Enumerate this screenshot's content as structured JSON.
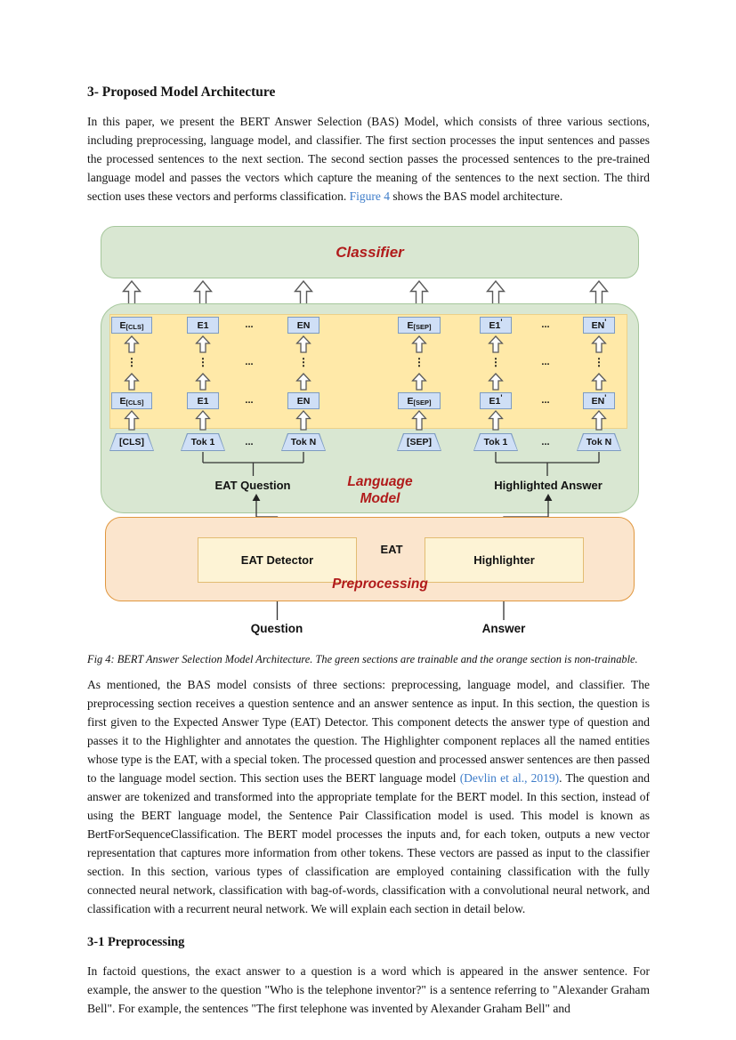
{
  "content": {
    "heading": "3- Proposed Model Architecture",
    "para1": {
      "before": "In this paper, we present the BERT Answer Selection (BAS) Model, which consists of three various sections, including preprocessing, language model, and classifier. The first section processes the input sentences and passes the processed sentences to the next section. The second section passes the processed sentences to the pre-trained language model and passes the vectors which capture the meaning of the sentences to the next section. The third section uses these vectors and performs classification. ",
      "link": "Figure 4",
      "after": " shows the BAS model architecture."
    },
    "caption": "Fig 4: BERT Answer Selection Model Architecture. The green sections are trainable and the orange section is non-trainable.",
    "para2": {
      "before": "As mentioned, the BAS model consists of three sections: preprocessing, language model, and classifier. The preprocessing section receives a question sentence and an answer sentence as input. In this section, the question is first given to the Expected Answer Type (EAT) Detector. This component detects the answer type of question and passes it to the Highlighter and annotates the question. The Highlighter component replaces all the named entities whose type is the EAT, with a special token. The processed question and processed answer sentences are then passed to the language model section. This section uses the BERT language model ",
      "link": "(Devlin et al., 2019)",
      "after": ". The question and answer are tokenized and transformed into the appropriate template for the BERT model. In this section, instead of using the BERT language model, the Sentence Pair Classification model is used. This model is known as BertForSequenceClassification. The BERT model processes the inputs and, for each token, outputs a new vector representation that captures more information from other tokens. These vectors are passed as input to the classifier section. In this section, various types of classification are employed containing classification with the fully connected neural network, classification with bag-of-words, classification with a convolutional neural network, and classification with a recurrent neural network. We will explain each section in detail below."
    },
    "heading2": "3-1 Preprocessing",
    "para3": "In factoid questions, the exact answer to a question is a word which is appeared in the answer sentence. For example, the answer to the question \"Who is the telephone inventor?\" is a sentence referring to \"Alexander Graham Bell\". For example, the sentences \"The first telephone was invented by Alexander Graham Bell\" and"
  },
  "diagram": {
    "classifier_label": "Classifier",
    "lm_label_line1": "Language",
    "lm_label_line2": "Model",
    "eat_question_label": "EAT Question",
    "highlighted_answer_label": "Highlighted Answer",
    "vdots": "⋮",
    "hdots": "...",
    "row_top": [
      {
        "base": "E",
        "sub": "[CLS]"
      },
      {
        "base": "E1"
      },
      {
        "dots": "..."
      },
      {
        "base": "EN"
      },
      {
        "base": "E",
        "sub": "[SEP]"
      },
      {
        "base": "E1",
        "sup": "'"
      },
      {
        "dots": "..."
      },
      {
        "base": "EN",
        "sup": "'"
      }
    ],
    "row_bottom": [
      {
        "base": "E",
        "sub": "[CLS]"
      },
      {
        "base": "E1"
      },
      {
        "dots": "..."
      },
      {
        "base": "EN"
      },
      {
        "base": "E",
        "sub": "[SEP]"
      },
      {
        "base": "E1",
        "sup": "'"
      },
      {
        "dots": "..."
      },
      {
        "base": "EN",
        "sup": "'"
      }
    ],
    "tokens": [
      {
        "label": "[CLS]"
      },
      {
        "label": "Tok 1"
      },
      {
        "dots": "..."
      },
      {
        "label": "Tok N"
      },
      {
        "label": "[SEP]"
      },
      {
        "label": "Tok 1"
      },
      {
        "dots": "..."
      },
      {
        "label": "Tok N"
      }
    ],
    "preprocessing": {
      "title": "Preprocessing",
      "detector": "EAT Detector",
      "highlighter": "Highlighter",
      "eat_label": "EAT",
      "question": "Question",
      "answer": "Answer"
    }
  },
  "colors": {
    "section_title_red": "#b11b1b",
    "link_blue": "#3d7cc9",
    "green_fill": "#d9e7d2",
    "green_border": "#a6c79c",
    "yellow_fill": "#ffe9a8",
    "blue_box_fill": "#cfdff6",
    "blue_box_border": "#7d9bc1",
    "orange_fill": "#fbe5cd",
    "orange_border": "#e0973f",
    "component_fill": "#fdf3d5"
  }
}
